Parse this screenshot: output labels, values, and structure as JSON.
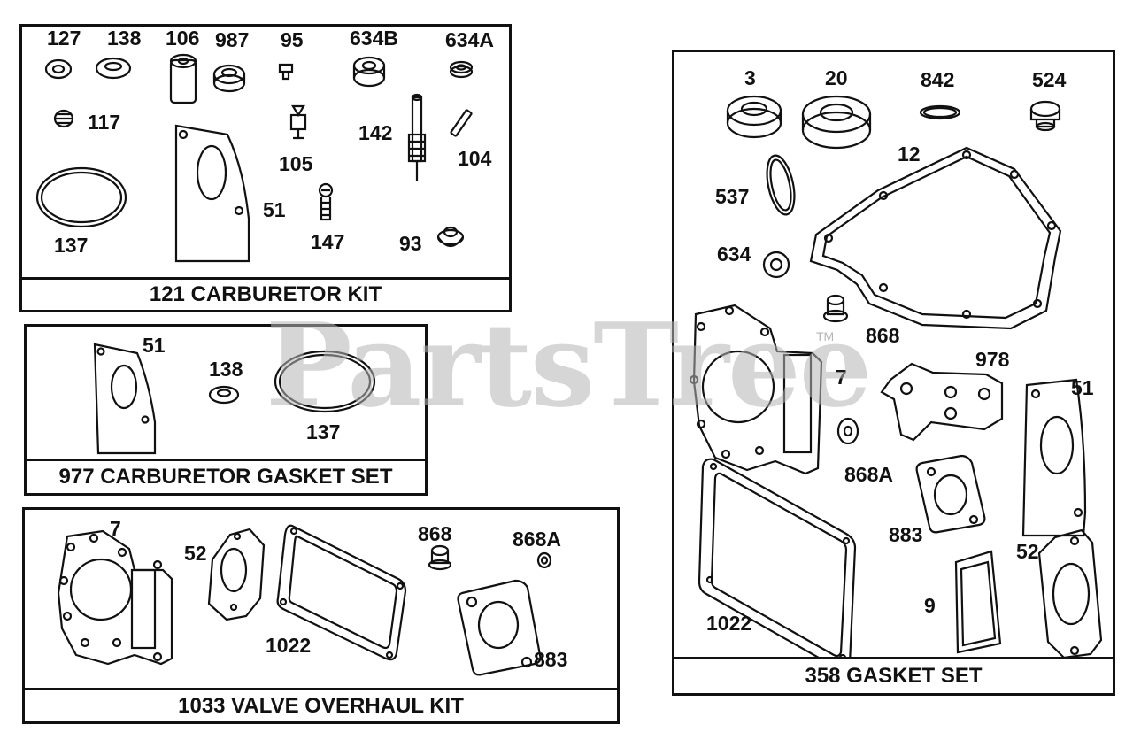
{
  "watermark": {
    "text": "PartsTree",
    "tm": "TM"
  },
  "panels": {
    "carb_kit": {
      "title": "121 CARBURETOR KIT",
      "labels": [
        "127",
        "138",
        "106",
        "987",
        "95",
        "634B",
        "634A",
        "117",
        "142",
        "105",
        "104",
        "51",
        "137",
        "147",
        "93"
      ]
    },
    "carb_gasket": {
      "title": "977 CARBURETOR GASKET SET",
      "labels": [
        "51",
        "138",
        "137"
      ]
    },
    "valve_kit": {
      "title": "1033 VALVE OVERHAUL KIT",
      "labels": [
        "7",
        "52",
        "868",
        "868A",
        "1022",
        "883"
      ]
    },
    "gasket_set": {
      "title": "358 GASKET SET",
      "labels": [
        "3",
        "20",
        "842",
        "524",
        "12",
        "537",
        "634",
        "868",
        "7",
        "978",
        "51",
        "868A",
        "883",
        "52",
        "1022",
        "9"
      ]
    }
  },
  "colors": {
    "ink": "#111111",
    "watermark": "#b5b5b5"
  }
}
